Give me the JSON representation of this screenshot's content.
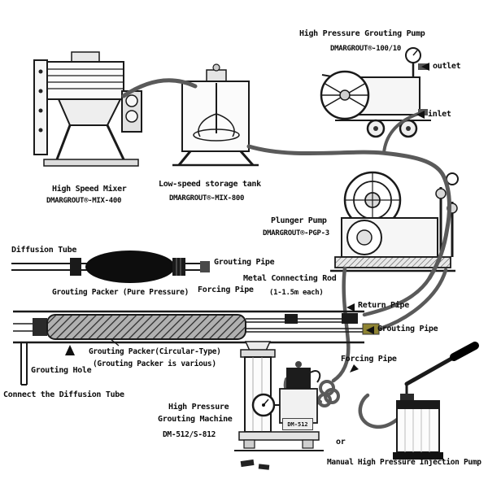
{
  "hp_pump": {
    "title": "High Pressure Grouting Pump",
    "model": "DMARGROUT®-100/10",
    "outlet_label": "outlet",
    "inlet_label": "inlet"
  },
  "mixer": {
    "title": "High Speed Mixer",
    "model": "DMARGROUT®-MIX-400"
  },
  "storage_tank": {
    "title": "Low-speed storage tank",
    "model": "DMARGROUT®-MIX-800"
  },
  "plunger_pump": {
    "title": "Plunger Pump",
    "model": "DMARGROUT®-PGP-3"
  },
  "packer_row": {
    "diffusion_tube": "Diffusion Tube",
    "grouting_pipe": "Grouting Pipe",
    "packer_label": "Grouting Packer (Pure Pressure)",
    "metal_rod": "Metal Connecting Rod",
    "metal_rod_note": "(1-1.5m each)",
    "forcing_pipe": "Forcing Pipe"
  },
  "borehole": {
    "return_pipe": "Return Pipe",
    "grouting_pipe": "Grouting Pipe",
    "packer_label": "Grouting Packer(Circular-Type)",
    "packer_note": "(Grouting Packer is various)",
    "grouting_hole": "Grouting Hole",
    "connect_note": "Connect the Diffusion Tube"
  },
  "machine": {
    "title_line1": "High Pressure",
    "title_line2": "Grouting Machine",
    "model": "DM-512/S-812",
    "badge": "DM-512",
    "forcing_pipe": "Forcing Pipe",
    "or_label": "or",
    "manual_pump": "Manual High Pressure Injection Pump"
  },
  "colors": {
    "ink": "#1a1a1a",
    "hose": "#5a5a5a",
    "yellow_coupler": "#8f8433"
  }
}
